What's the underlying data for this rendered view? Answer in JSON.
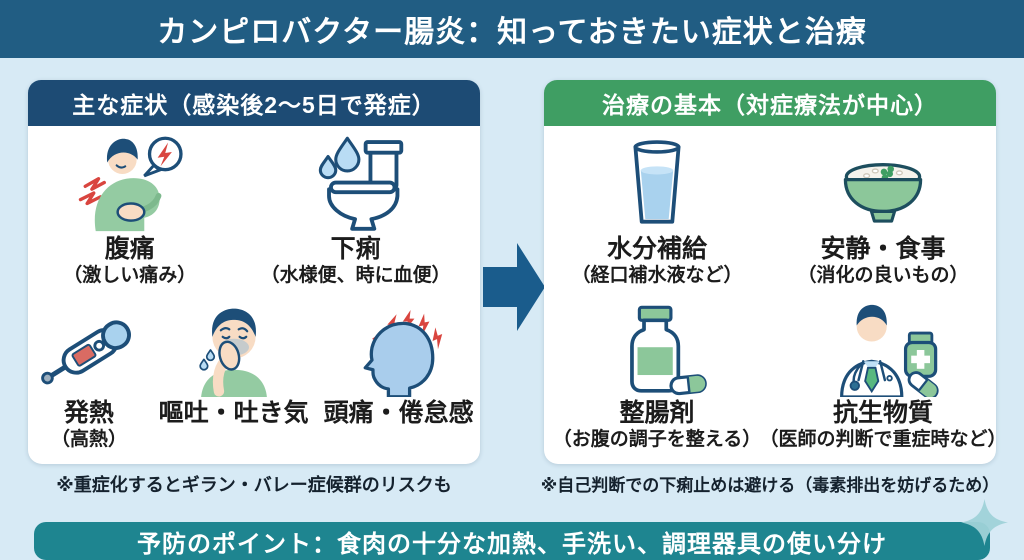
{
  "title": "カンピロバクター腸炎：知っておきたい症状と治療",
  "colors": {
    "page_background": "#d7eaf5",
    "top_banner": "#215d83",
    "symptoms_header": "#1d4b74",
    "treatment_header": "#3f9e63",
    "footer_banner": "#1e8590",
    "arrow": "#1a5c8c",
    "icon_outline": "#1d4e78",
    "icon_green": "#94cba2",
    "icon_red": "#d9453f",
    "icon_water_blue": "#a9d2ee"
  },
  "symptoms": {
    "header": "主な症状（感染後2〜5日で発症）",
    "items": [
      {
        "name": "腹痛",
        "detail": "（激しい痛み）",
        "icon": "abdominal-pain-icon"
      },
      {
        "name": "下痢",
        "detail": "（水様便、時に血便）",
        "icon": "toilet-icon"
      },
      {
        "name": "発熱",
        "detail": "（高熱）",
        "icon": "thermometer-icon"
      },
      {
        "name": "嘔吐・吐き気",
        "detail": "",
        "icon": "vomiting-person-icon"
      },
      {
        "name": "頭痛・倦怠感",
        "detail": "",
        "icon": "headache-head-icon"
      }
    ],
    "note": "※重症化するとギラン・バレー症候群のリスクも"
  },
  "treatment": {
    "header": "治療の基本（対症療法が中心）",
    "items": [
      {
        "name": "水分補給",
        "detail": "（経口補水液など）",
        "icon": "water-glass-icon"
      },
      {
        "name": "安静・食事",
        "detail": "（消化の良いもの）",
        "icon": "rice-porridge-bowl-icon"
      },
      {
        "name": "整腸剤",
        "detail": "（お腹の調子を整える）",
        "icon": "medicine-bottle-icon"
      },
      {
        "name": "抗生物質",
        "detail": "（医師の判断で重症時など）",
        "icon": "doctor-icon"
      }
    ],
    "note": "※自己判断での下痢止めは避ける（毒素排出を妨げるため）"
  },
  "footer": {
    "text": "予防のポイント：食肉の十分な加熱、手洗い、調理器具の使い分け"
  }
}
